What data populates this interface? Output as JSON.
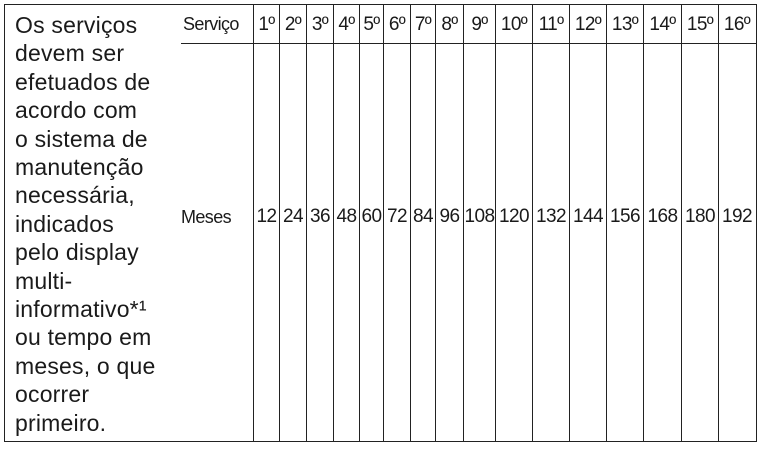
{
  "description": "Os serviços\ndevem ser\nefetuados de\nacordo com\no sistema de\nmanutenção\nnecessária,\nindicados\npelo display\nmulti-\ninformativo*¹\nou tempo em\nmeses, o que\nocorrer\nprimeiro.",
  "row_labels": {
    "header": "Serviço",
    "months": "Meses"
  },
  "services": [
    "1º",
    "2º",
    "3º",
    "4º",
    "5º",
    "6º",
    "7º",
    "8º",
    "9º",
    "10º",
    "11º",
    "12º",
    "13º",
    "14º",
    "15º",
    "16º"
  ],
  "months": [
    "12",
    "24",
    "36",
    "48",
    "60",
    "72",
    "84",
    "96",
    "108",
    "120",
    "132",
    "144",
    "156",
    "168",
    "180",
    "192"
  ]
}
